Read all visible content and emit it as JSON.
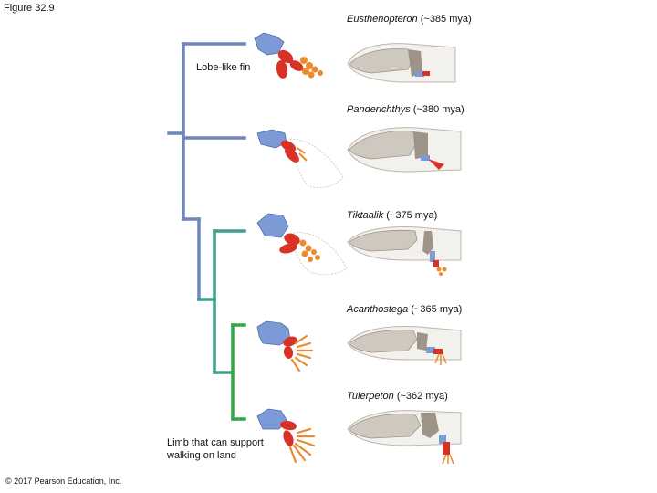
{
  "figure": {
    "label": "Figure 32.9",
    "copyright": "© 2017 Pearson Education, Inc."
  },
  "taxa": [
    {
      "name": "Eusthenopteron",
      "age": " (~385 mya)"
    },
    {
      "name": "Panderichthys",
      "age": " (~380 mya)"
    },
    {
      "name": "Tiktaalik",
      "age": " (~375 mya)"
    },
    {
      "name": "Acanthostega",
      "age": " (~365 mya)"
    },
    {
      "name": "Tulerpeton",
      "age": " (~362 mya)"
    }
  ],
  "annotations": {
    "lobe_fin": "Lobe-like fin",
    "limb": "Limb that can support walking on land"
  },
  "colors": {
    "fin_lineage": "#6f86b8",
    "transition_lineage": "#3f9d8a",
    "limb_lineage": "#2ea84a",
    "bone_blue": "#7c9bd6",
    "bone_red": "#d83226",
    "bone_orange": "#ec8a2e",
    "fin_ray": "#c9c2b6",
    "skull": "#cfc8bf",
    "skull_dark": "#9d9487",
    "body_outline": "#bdb6ac"
  },
  "icons": [
    "fin-skeleton",
    "limb-skeleton",
    "head-silhouette"
  ]
}
